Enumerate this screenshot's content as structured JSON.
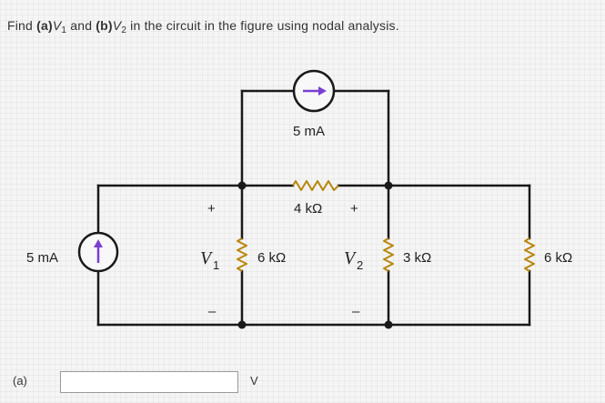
{
  "question": {
    "prefix": "Find ",
    "part_a": "(a)",
    "v1_letter": "V",
    "v1_sub": "1",
    "and_text": " and ",
    "part_b": "(b)",
    "v2_letter": "V",
    "v2_sub": "2",
    "suffix": " in the circuit in the figure using nodal analysis."
  },
  "circuit": {
    "top_source": "5 mA",
    "top_resistor": "4 kΩ",
    "left_source": "5 mA",
    "v1_letter": "V",
    "v1_sub": "1",
    "v2_letter": "V",
    "v2_sub": "2",
    "r_v1": "6 kΩ",
    "r_v2": "3 kΩ",
    "r_right": "6 kΩ",
    "plus": "+",
    "minus": "–",
    "wire_color": "#1a1a1a",
    "resistor_color": "#b8860b",
    "arrow_color": "#7a3fd0"
  },
  "answer": {
    "part_label": "(a)",
    "value": "",
    "placeholder": "",
    "unit": "V"
  }
}
